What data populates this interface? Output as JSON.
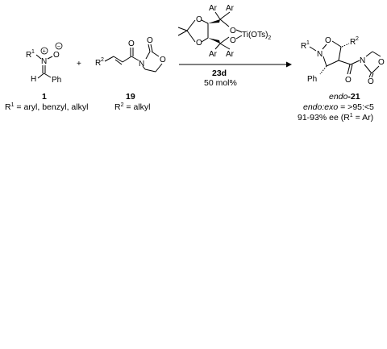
{
  "scheme": {
    "compound_1": {
      "atoms": {
        "r": "R",
        "r_sup": "1",
        "n": "N",
        "o": "O",
        "h": "H",
        "ph": "Ph"
      },
      "charges": {
        "plus": "+",
        "minus": "−"
      },
      "number": "1",
      "substituent_prefix": "R",
      "substituent_sup": "1",
      "substituent_text": " = aryl, benzyl, alkyl"
    },
    "plus_sign": "+",
    "compound_19": {
      "atoms": {
        "r": "R",
        "r_sup": "2",
        "n": "N",
        "o_ring": "O",
        "o_carbonyl": "O",
        "o_ring_carbonyl": "O"
      },
      "number": "19",
      "substituent_prefix": "R",
      "substituent_sup": "2",
      "substituent_text": " = alkyl"
    },
    "catalyst": {
      "atoms": {
        "ar1": "Ar",
        "ar2": "Ar",
        "ar3": "Ar",
        "ar4": "Ar",
        "o1": "O",
        "o2": "O",
        "o3": "O",
        "o4": "O",
        "ti": "Ti(OTs)",
        "ti_sub": "2"
      },
      "number": "23d",
      "loading": "50 mol%"
    },
    "product_21": {
      "atoms": {
        "r": "R",
        "r_sup": "1",
        "n_ring": "N",
        "o_ring": "O",
        "r2": "R",
        "r2_sup": "2",
        "ph": "Ph",
        "o_carbonyl": "O",
        "n_ox": "N",
        "o_ox": "O",
        "o_ox_carbonyl": "O"
      },
      "label_italic": "endo",
      "label_number": "-21",
      "ratio_italic": "endo:exo",
      "ratio_text": " = >95:<5",
      "ee_text": "91-93% ee (R",
      "ee_sup": "1",
      "ee_tail": " = Ar)"
    }
  }
}
